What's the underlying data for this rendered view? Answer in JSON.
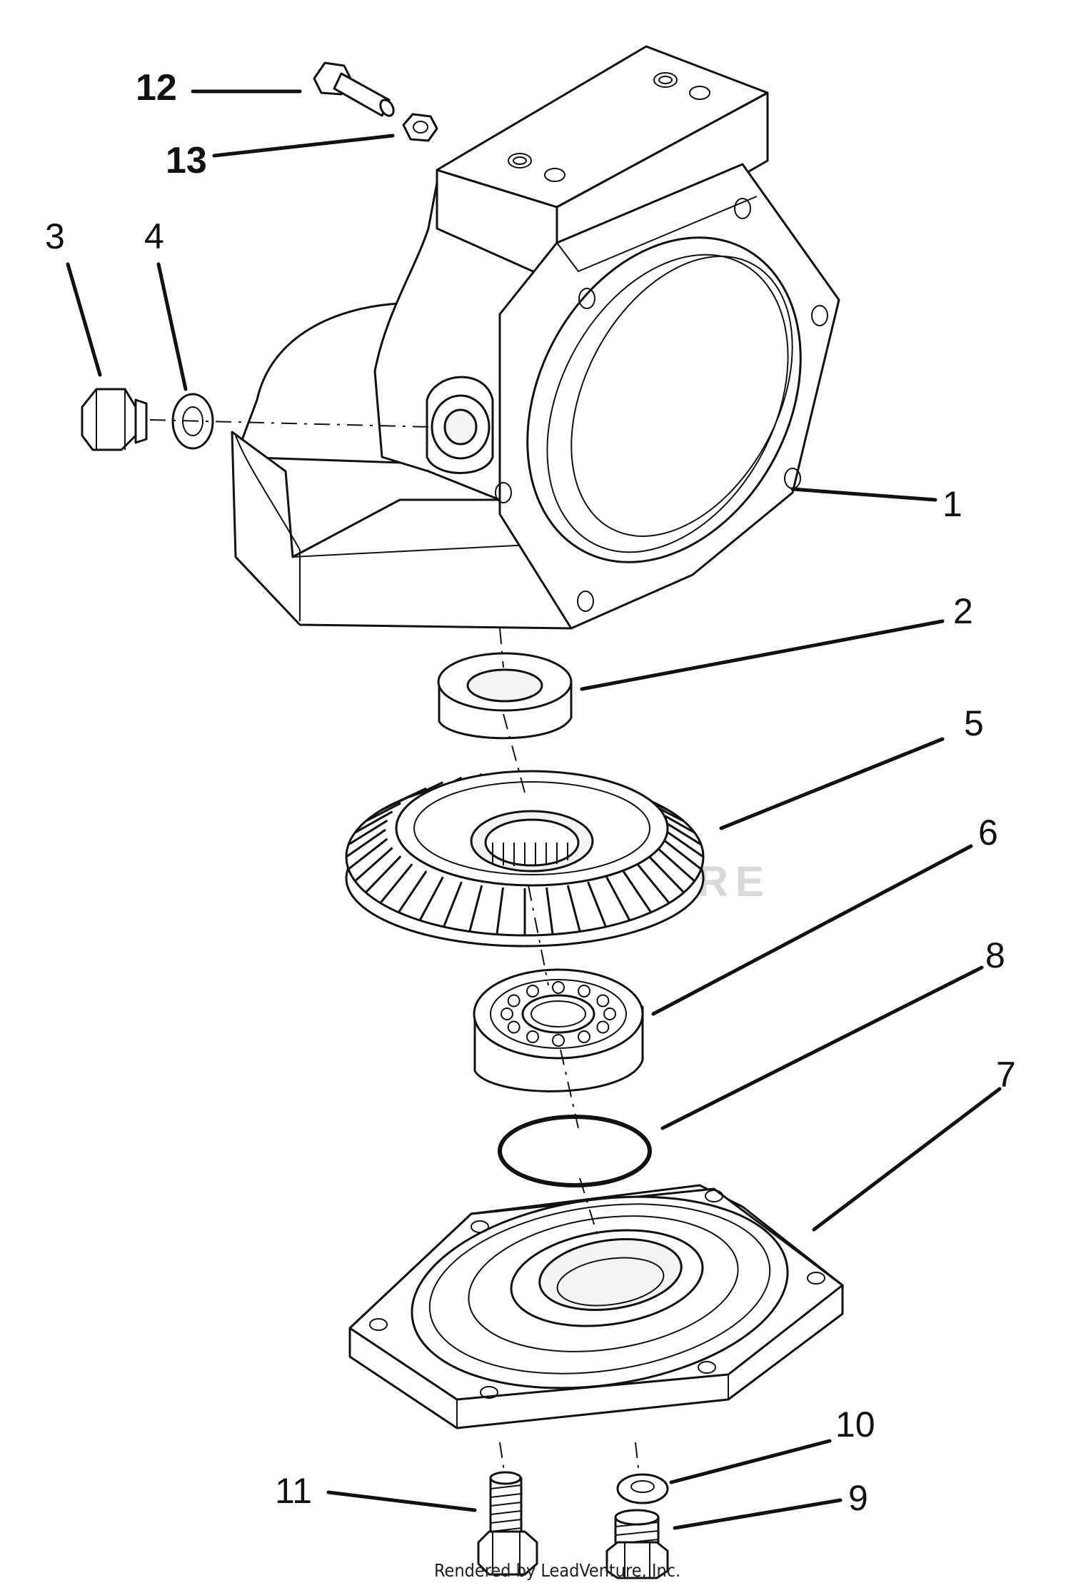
{
  "callouts": {
    "c1": "1",
    "c2": "2",
    "c3": "3",
    "c4": "4",
    "c5": "5",
    "c6": "6",
    "c7": "7",
    "c8": "8",
    "c9": "9",
    "c10": "10",
    "c11": "11",
    "c12": "12",
    "c13": "13"
  },
  "watermark": "LEADVENTURE",
  "footer": "Rendered by LeadVenture, Inc."
}
